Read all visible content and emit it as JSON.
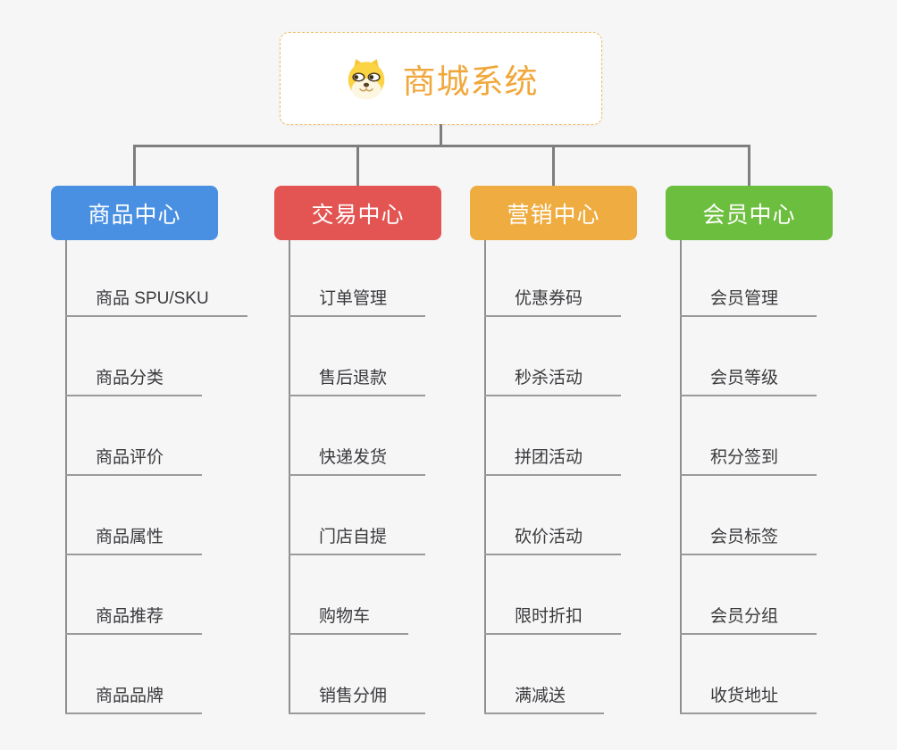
{
  "root": {
    "label": "商城系统",
    "icon": "dog-face-icon",
    "accent_color": "#f0a73b",
    "border_color": "#f2bd62"
  },
  "connector_color": "#7e7e7e",
  "branches": [
    {
      "label": "商品中心",
      "color": "#4a90e2",
      "items": [
        "商品 SPU/SKU",
        "商品分类",
        "商品评价",
        "商品属性",
        "商品推荐",
        "商品品牌"
      ]
    },
    {
      "label": "交易中心",
      "color": "#e25552",
      "items": [
        "订单管理",
        "售后退款",
        "快递发货",
        "门店自提",
        "购物车",
        "销售分佣"
      ]
    },
    {
      "label": "营销中心",
      "color": "#efac40",
      "items": [
        "优惠券码",
        "秒杀活动",
        "拼团活动",
        "砍价活动",
        "限时折扣",
        "满减送"
      ]
    },
    {
      "label": "会员中心",
      "color": "#6cbe3e",
      "items": [
        "会员管理",
        "会员等级",
        "积分签到",
        "会员标签",
        "会员分组",
        "收货地址"
      ]
    }
  ]
}
